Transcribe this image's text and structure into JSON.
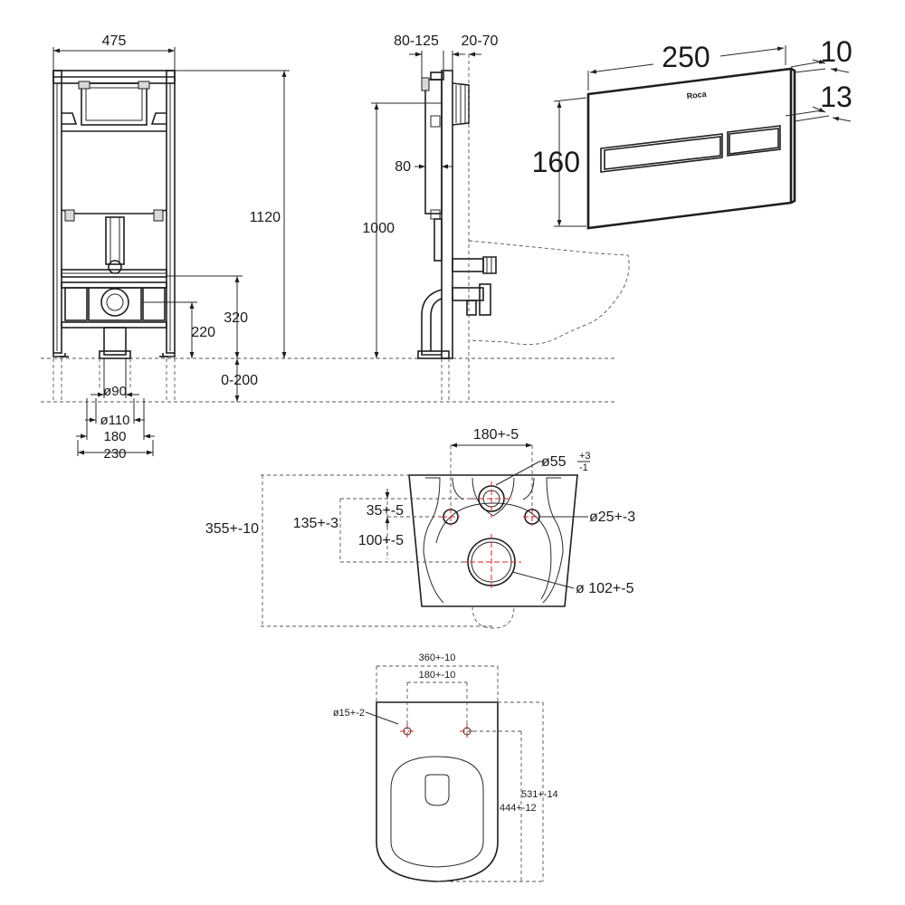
{
  "front_view": {
    "width": "475",
    "height_total": "1120",
    "height_320": "320",
    "height_220": "220",
    "floor_range": "0-200",
    "dia_90": "ø90",
    "dia_110": "ø110",
    "width_180": "180",
    "width_230": "230"
  },
  "side_view": {
    "depth_range_a": "80-125",
    "depth_range_b": "20-70",
    "depth_80": "80",
    "height_1000": "1000"
  },
  "flush_plate": {
    "width": "250",
    "depth_10": "10",
    "depth_13": "13",
    "height": "160",
    "logo": "Roca"
  },
  "bowl_rear_view": {
    "spacing": "180+-5",
    "inlet_dia": "ø55",
    "inlet_tol_plus": "+3",
    "inlet_tol_minus": "-1",
    "height_355": "355+-10",
    "height_135": "135+-3",
    "height_35": "35+-5",
    "height_100": "100+-5",
    "fix_hole_dia": "ø25+-3",
    "outlet_dia": "ø 102+-5"
  },
  "bowl_top_view": {
    "width_360": "360+-10",
    "fix_spacing": "180+-10",
    "fix_dia": "ø15+-2",
    "length_531": "531+-14",
    "length_444": "444+-12"
  }
}
